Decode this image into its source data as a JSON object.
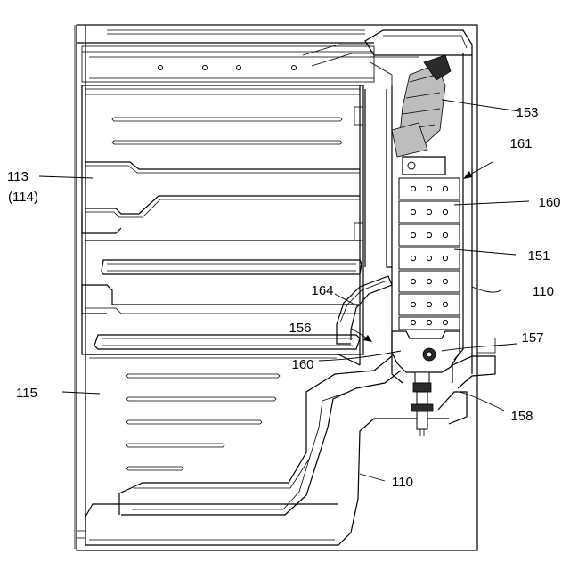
{
  "labels": {
    "l153": "153",
    "l161": "161",
    "l113": "113",
    "l114": "(114)",
    "l160a": "160",
    "l151": "151",
    "l110a": "110",
    "l164": "164",
    "l156": "156",
    "l157": "157",
    "l160b": "160",
    "l115": "115",
    "l158": "158",
    "l110b": "110"
  }
}
